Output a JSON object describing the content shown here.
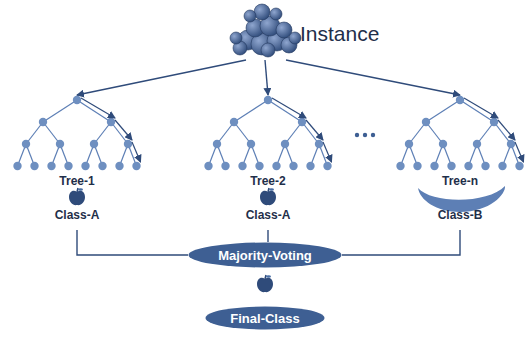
{
  "diagram": {
    "nodes": [
      {
        "text": [
          "Instance"
        ]
      },
      {
        "text": [
          "Tree-1",
          "Class-A"
        ]
      },
      {
        "text": [
          "Tree-2",
          "Class-A"
        ]
      },
      {
        "text": [
          "Tree-n",
          "Class-B"
        ]
      },
      {
        "text": [
          "Majority-Voting"
        ]
      },
      {
        "text": [
          "Final-Class"
        ]
      }
    ],
    "edges": [
      {
        "from": 0,
        "to": 1,
        "arrow": "to"
      },
      {
        "from": 0,
        "to": 2,
        "arrow": "to"
      },
      {
        "from": 0,
        "to": 3,
        "arrow": "to"
      },
      {
        "from": 1,
        "to": 4,
        "arrow": "none"
      },
      {
        "from": 2,
        "to": 4,
        "arrow": "none"
      },
      {
        "from": 3,
        "to": 4,
        "arrow": "none"
      }
    ]
  }
}
